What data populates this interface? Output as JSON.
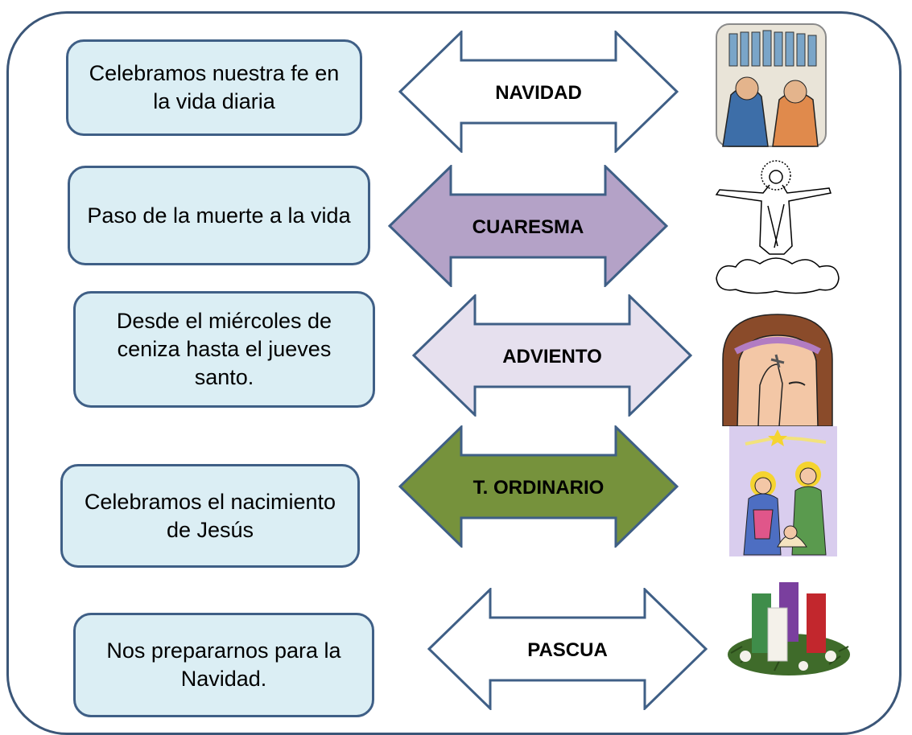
{
  "descriptions": [
    "Celebramos nuestra fe en la vida diaria",
    "Paso de la muerte a la vida",
    "Desde el miércoles de ceniza hasta el jueves santo.",
    "Celebramos el nacimiento de Jesús",
    "Nos prepararnos para la Navidad."
  ],
  "seasons": [
    {
      "label": "NAVIDAD",
      "color": "#ffffff"
    },
    {
      "label": "CUARESMA",
      "color": "#b4a2c7"
    },
    {
      "label": "ADVIENTO",
      "color": "#e6e0ee"
    },
    {
      "label": "T. ORDINARIO",
      "color": "#76923c"
    },
    {
      "label": "PASCUA",
      "color": "#ffffff"
    }
  ],
  "colors": {
    "border": "#3f5f86",
    "box_fill": "#dbeef4"
  },
  "images": [
    "people-gathering-illustration",
    "risen-jesus-illustration",
    "ash-wednesday-illustration",
    "holy-family-illustration",
    "advent-wreath-illustration"
  ]
}
